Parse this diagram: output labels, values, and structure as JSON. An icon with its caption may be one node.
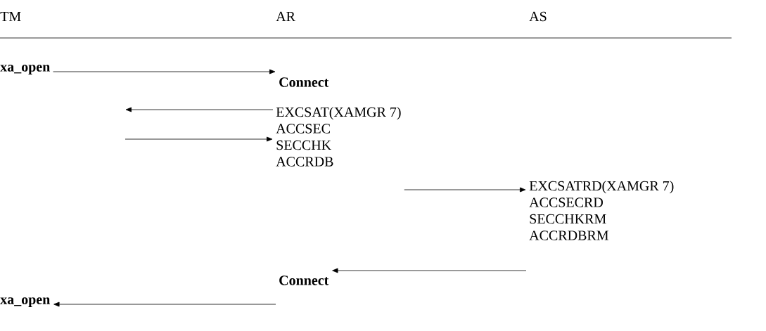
{
  "diagram": {
    "nodes": [
      {
        "text": [
          "xa_open"
        ]
      },
      {
        "text": [
          "Connect"
        ]
      },
      {
        "text": [
          "EXCSAT(XAMGR 7)",
          "ACCSEC",
          "SECCHK",
          "ACCRDB"
        ]
      },
      {
        "text": [
          "EXCSATRD(XAMGR 7)",
          "ACCSECRD",
          "SECCHKRM",
          "ACCRDBRM"
        ]
      },
      {
        "text": [
          "Connect"
        ]
      },
      {
        "text": [
          "xa_open"
        ]
      }
    ],
    "edges": [
      {
        "from": 0,
        "to": 1,
        "arrow": "to"
      },
      {
        "from": 2,
        "to": null,
        "arrow": "to"
      },
      {
        "from": null,
        "to": 2,
        "arrow": "to"
      },
      {
        "from": 2,
        "to": 3,
        "arrow": "to"
      },
      {
        "from": 3,
        "to": 4,
        "arrow": "to"
      },
      {
        "from": 4,
        "to": 5,
        "arrow": "to"
      }
    ],
    "labels": [
      "TM",
      "AR",
      "AS"
    ]
  }
}
